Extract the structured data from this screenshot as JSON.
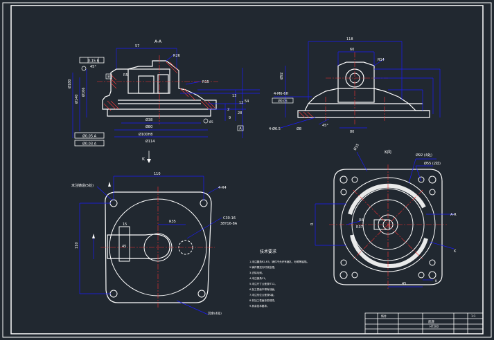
{
  "colors": {
    "background": "#212830",
    "outline": "#ffffff",
    "dimension": "#1b1bff",
    "leader": "#ff2020",
    "center_line": "#ff3030",
    "text": "#ffffff",
    "dim_text": "#ffffff"
  },
  "section_view": {
    "title": "A-A",
    "tol_frame": "0.15 B",
    "datum_b": "B",
    "dims": [
      "57",
      "R26",
      "45°",
      "Ø5",
      "Ø180",
      "R5",
      "Ø140",
      "Ø106",
      "R15",
      "Ø38",
      "Ø80",
      "Ø100H8",
      "Ø114",
      "13",
      "12",
      "28",
      "54",
      "2",
      "9"
    ],
    "frames": [
      "Ø0.05 A",
      "Ø0.03 A"
    ],
    "datum_a": "A"
  },
  "side_view": {
    "dims": [
      "R14",
      "4-M6-6H",
      "Ø0.05",
      "4-Ø6.5",
      "Ø8",
      "45°",
      "80",
      "Ø92",
      "118",
      "60"
    ]
  },
  "arrow_k": "K",
  "top_view": {
    "dims": [
      "110",
      "4-R4",
      "110",
      "R35",
      "C30-16",
      "38Y16-8A",
      "15",
      "45"
    ],
    "label_cast": "未注铸造(5处)",
    "label_tech": "技术要求"
  },
  "tech_notes": [
    "1.未注圆角R2-R3，铸件不允许有缩孔、砂眼等缺陷。",
    "2.铸件需进行时效处理。",
    "3.去除毛刺。",
    "4.未注倒角C1。",
    "5.未注尺寸公差按IT12。",
    "6.加工表面不得有划痕。",
    "7.未注形位公差按K级。",
    "8.非加工表面涂防锈漆。",
    "9.其余技术要求。"
  ],
  "k_view": {
    "title": "K向",
    "dims": [
      "Ø92 (4处)",
      "Ø35",
      "Ø55 (2处)",
      "R6",
      "R37",
      "45",
      "R",
      "K"
    ],
    "label_a_r": "A-R",
    "label_k": "K"
  },
  "title_block": {
    "cells": [
      "铸件",
      "底座",
      "HT200",
      "1:1"
    ]
  },
  "bottom_label": "其余(4处)"
}
